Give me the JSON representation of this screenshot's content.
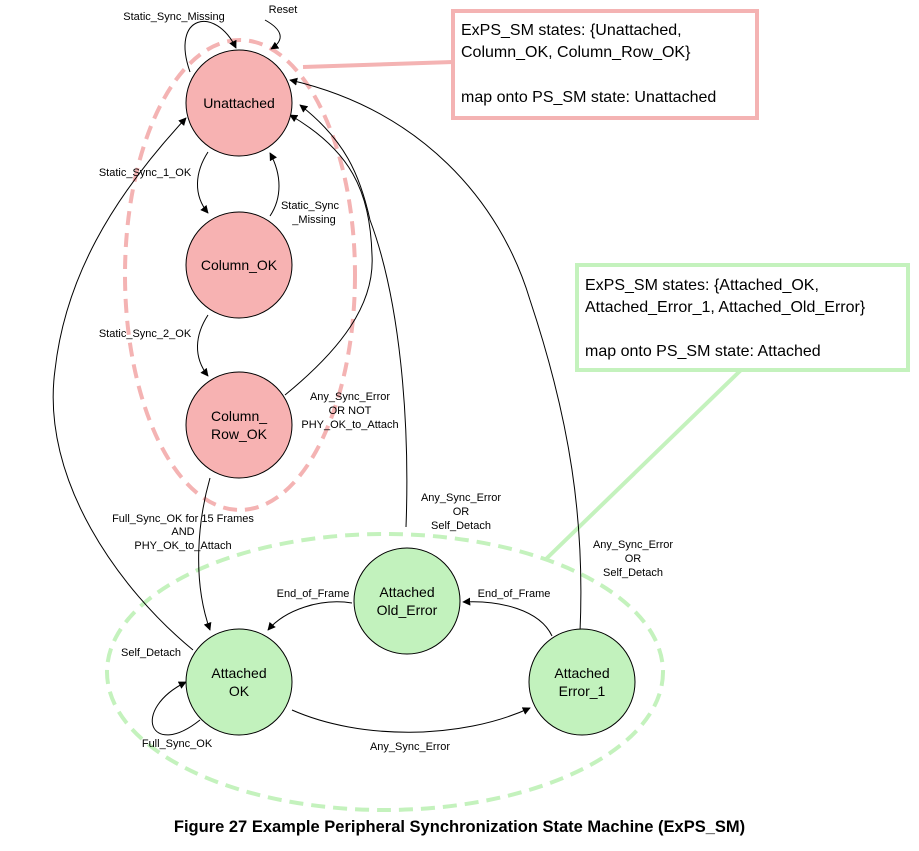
{
  "colors": {
    "unattached_fill": "#f7b2b2",
    "attached_fill": "#c2f2bd",
    "unattached_group": "#f4b3b3",
    "attached_group": "#c4f2bd"
  },
  "states": {
    "unattached": "Unattached",
    "column_ok": "Column_OK",
    "column_row_ok": [
      "Column_",
      "Row_OK"
    ],
    "attached_ok": [
      "Attached",
      "OK"
    ],
    "attached_old_error": [
      "Attached",
      "Old_Error"
    ],
    "attached_error_1": [
      "Attached",
      "Error_1"
    ]
  },
  "transitions": {
    "static_sync_missing_top": "Static_Sync_Missing",
    "reset": "Reset",
    "static_sync_1_ok": "Static_Sync_1_OK",
    "static_sync_missing_side": [
      "Static_Sync",
      "_Missing"
    ],
    "static_sync_2_ok": "Static_Sync_2_OK",
    "any_sync_error_or_not": [
      "Any_Sync_Error",
      "OR NOT",
      "PHY_OK_to_Attach"
    ],
    "full_sync_ok_frames": [
      "Full_Sync_OK for 15 Frames",
      "AND",
      "PHY_OK_to_Attach"
    ],
    "any_sync_error_self_detach_mid": [
      "Any_Sync_Error",
      "OR",
      "Self_Detach"
    ],
    "any_sync_error_self_detach_right": [
      "Any_Sync_Error",
      "OR",
      "Self_Detach"
    ],
    "end_of_frame_left": "End_of_Frame",
    "end_of_frame_right": "End_of_Frame",
    "self_detach": "Self_Detach",
    "full_sync_ok": "Full_Sync_OK",
    "any_sync_error_bottom": "Any_Sync_Error"
  },
  "boxes": {
    "unattached_group": {
      "line1": "ExPS_SM states: {Unattached,",
      "line2": "Column_OK, Column_Row_OK}",
      "line3": "map onto PS_SM state: Unattached"
    },
    "attached_group": {
      "line1": "ExPS_SM states: {Attached_OK,",
      "line2": "Attached_Error_1, Attached_Old_Error}",
      "line3": "map onto PS_SM state: Attached"
    }
  },
  "caption": "Figure 27 Example Peripheral Synchronization State Machine (ExPS_SM)"
}
